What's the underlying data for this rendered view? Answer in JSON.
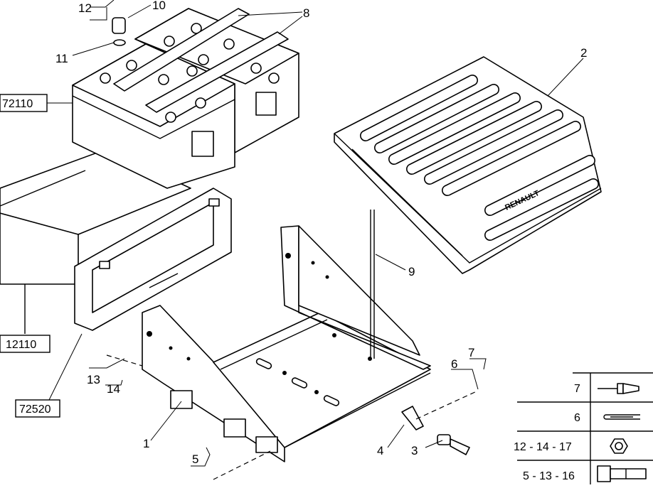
{
  "callouts": {
    "c1": "1",
    "c2": "2",
    "c3": "3",
    "c4": "4",
    "c5": "5",
    "c6": "6",
    "c7": "7",
    "c8": "8",
    "c9": "9",
    "c10": "10",
    "c11": "11",
    "c12": "12",
    "c13": "13",
    "c14": "14"
  },
  "references": {
    "r72110": "72110",
    "r12110": "12110",
    "r72520": "72520"
  },
  "battery_brand": "RENAULT",
  "legend": {
    "rows": [
      {
        "label": "7",
        "icon": "rivet-icon"
      },
      {
        "label": "6",
        "icon": "split-pin-icon"
      },
      {
        "label": "12 - 14 - 17",
        "icon": "nut-icon"
      },
      {
        "label": "5 - 13 - 16",
        "icon": "bolt-icon"
      }
    ]
  }
}
